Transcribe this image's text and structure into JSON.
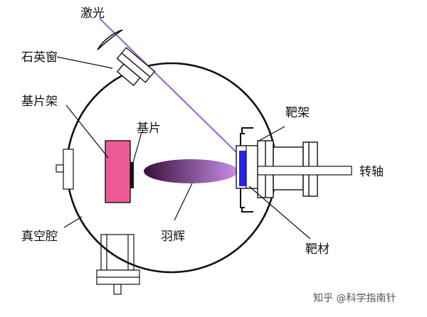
{
  "labels": {
    "laser": "激光",
    "quartz_window": "石英窗",
    "substrate_holder": "基片架",
    "substrate": "基片",
    "target_holder": "靶架",
    "rotation_shaft": "转轴",
    "vacuum_chamber": "真空腔",
    "plume": "羽辉",
    "target": "靶材"
  },
  "watermark": "知乎 @科学指南针",
  "colors": {
    "laser_beam": "#9c6cd4",
    "substrate_holder": "#ee5a96",
    "substrate": "#111111",
    "target": "#2424ee",
    "plume_core": "#3a0f3a",
    "plume_edge": "#c98fe8",
    "outline": "#111111"
  },
  "icons": [
    "zhihu-logo-text"
  ]
}
